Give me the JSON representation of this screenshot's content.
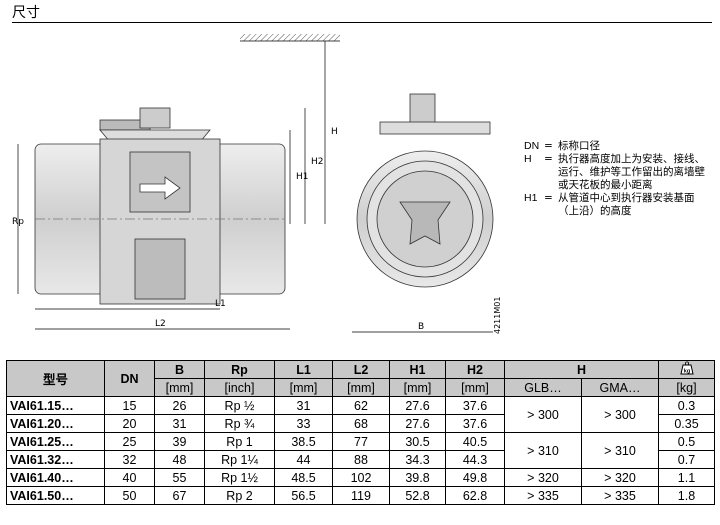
{
  "page": {
    "heading": "尺寸"
  },
  "drawing": {
    "labels": {
      "H": "H",
      "H1": "H1",
      "H2": "H2",
      "Rp": "Rp",
      "L1": "L1",
      "L2": "L2",
      "B": "B",
      "code": "4211M01"
    }
  },
  "legend": [
    {
      "key": "DN",
      "eq": "=",
      "text": "标称口径"
    },
    {
      "key": "H",
      "eq": "=",
      "text": "执行器高度加上为安装、接线、运行、维护等工作留出的离墙壁或天花板的最小距离"
    },
    {
      "key": "H1",
      "eq": "=",
      "text": "从管道中心到执行器安装基面（上沿）的高度"
    }
  ],
  "table": {
    "headers": {
      "model": "型号",
      "dn": "DN",
      "b": "B",
      "rp": "Rp",
      "l1": "L1",
      "l2": "L2",
      "h1": "H1",
      "h2": "H2",
      "h": "H",
      "glb": "GLB…",
      "gma": "GMA…",
      "weight_icon": "kg"
    },
    "units": {
      "b": "[mm]",
      "rp": "[inch]",
      "l1": "[mm]",
      "l2": "[mm]",
      "h1": "[mm]",
      "h2": "[mm]",
      "weight": "[kg]"
    },
    "rows": [
      {
        "model": "VAI61.15…",
        "dn": "15",
        "b": "26",
        "rp": "Rp ½",
        "l1": "31",
        "l2": "62",
        "h1": "27.6",
        "h2": "37.6",
        "weight": "0.3"
      },
      {
        "model": "VAI61.20…",
        "dn": "20",
        "b": "31",
        "rp": "Rp ¾",
        "l1": "33",
        "l2": "68",
        "h1": "27.6",
        "h2": "37.6",
        "weight": "0.35"
      },
      {
        "model": "VAI61.25…",
        "dn": "25",
        "b": "39",
        "rp": "Rp 1",
        "l1": "38.5",
        "l2": "77",
        "h1": "30.5",
        "h2": "40.5",
        "weight": "0.5"
      },
      {
        "model": "VAI61.32…",
        "dn": "32",
        "b": "48",
        "rp": "Rp 1¼",
        "l1": "44",
        "l2": "88",
        "h1": "34.3",
        "h2": "44.3",
        "weight": "0.7"
      },
      {
        "model": "VAI61.40…",
        "dn": "40",
        "b": "55",
        "rp": "Rp 1½",
        "l1": "48.5",
        "l2": "102",
        "h1": "39.8",
        "h2": "49.8",
        "weight": "1.1"
      },
      {
        "model": "VAI61.50…",
        "dn": "50",
        "b": "67",
        "rp": "Rp 2",
        "l1": "56.5",
        "l2": "119",
        "h1": "52.8",
        "h2": "62.8",
        "weight": "1.8"
      }
    ],
    "h_groups": [
      {
        "glb": "> 300",
        "gma": "> 300"
      },
      {
        "glb": "> 310",
        "gma": "> 310"
      },
      {
        "glb": "> 320",
        "gma": "> 320"
      },
      {
        "glb": "> 335",
        "gma": "> 335"
      }
    ]
  }
}
